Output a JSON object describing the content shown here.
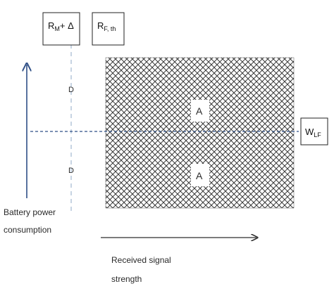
{
  "labels": {
    "rm_main": "R",
    "rm_sub": "M",
    "rm_tail": "+ Δ",
    "rf_main": "R",
    "rf_sub": "F, th",
    "wlf_main": "W",
    "wlf_sub": "LF",
    "region_d": "D",
    "region_a": "A",
    "y_axis_line1": "Battery power",
    "y_axis_line2": "consumption",
    "x_axis_line1": "Received signal",
    "x_axis_line2": "strength"
  },
  "colors": {
    "hatch": "#3a3a3a",
    "axis_arrow": "#2f4f86",
    "threshold_line": "#2f4f86",
    "dashed_vertical": "#8fa9c7",
    "box_border": "#222222",
    "text": "#2a2a2a"
  }
}
